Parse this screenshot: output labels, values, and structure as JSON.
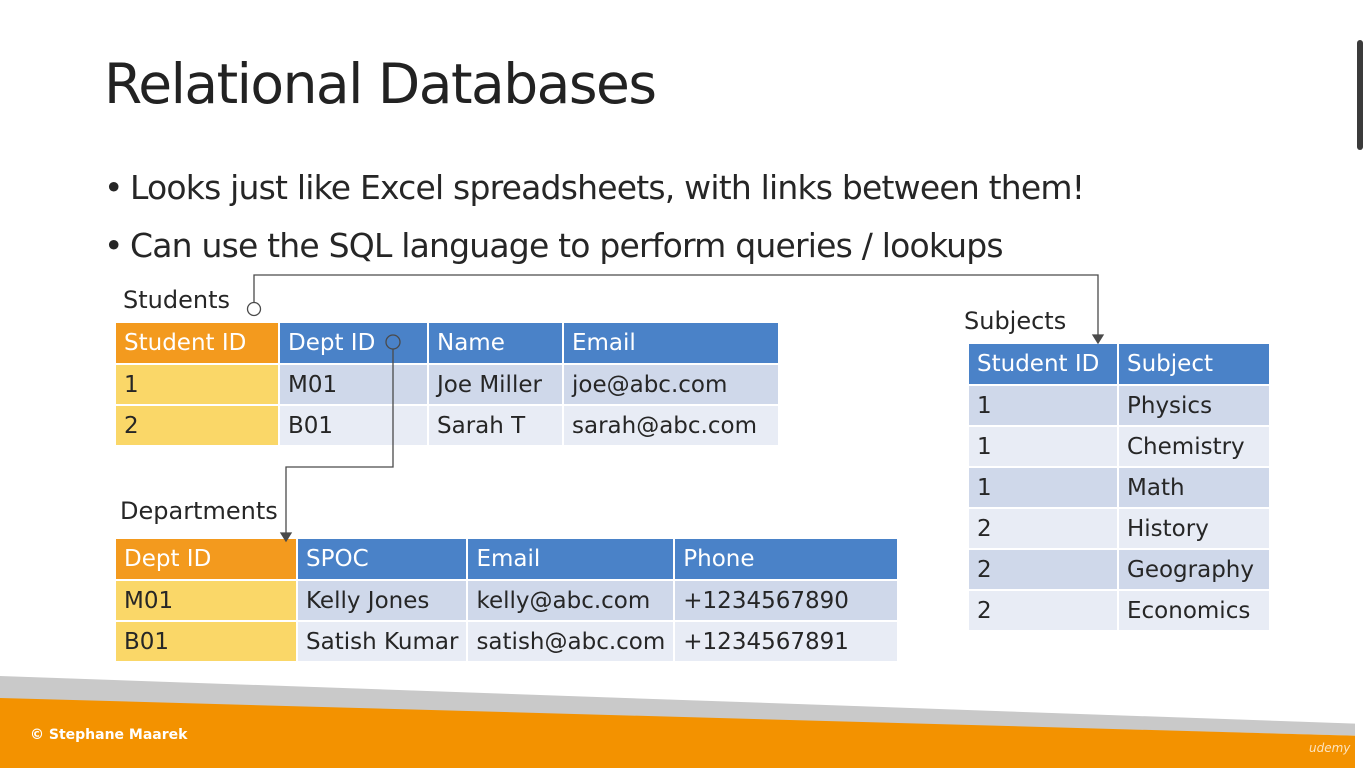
{
  "slide": {
    "title": "Relational Databases",
    "bullets": [
      "Looks just like Excel spreadsheets, with links between them!",
      "Can use the SQL language to perform queries / lookups"
    ]
  },
  "students": {
    "label": "Students",
    "headers": [
      "Student ID",
      "Dept ID",
      "Name",
      "Email"
    ],
    "rows": [
      [
        "1",
        "M01",
        "Joe Miller",
        "joe@abc.com"
      ],
      [
        "2",
        "B01",
        "Sarah T",
        "sarah@abc.com"
      ]
    ]
  },
  "departments": {
    "label": "Departments",
    "headers": [
      "Dept ID",
      "SPOC",
      "Email",
      "Phone"
    ],
    "rows": [
      [
        "M01",
        "Kelly Jones",
        "kelly@abc.com",
        "+1234567890"
      ],
      [
        "B01",
        "Satish Kumar",
        "satish@abc.com",
        "+1234567891"
      ]
    ]
  },
  "subjects": {
    "label": "Subjects",
    "headers": [
      "Student ID",
      "Subject"
    ],
    "rows": [
      [
        "1",
        "Physics"
      ],
      [
        "1",
        "Chemistry"
      ],
      [
        "1",
        "Math"
      ],
      [
        "2",
        "History"
      ],
      [
        "2",
        "Geography"
      ],
      [
        "2",
        "Economics"
      ]
    ]
  },
  "footer": {
    "copyright": "© Stephane Maarek",
    "watermark": "udemy"
  },
  "colors": {
    "key_header": "#f39a1e",
    "key_cell": "#fad768",
    "column_header": "#4a82c8",
    "row_dark": "#cfd8ea",
    "row_light": "#e8ecf5",
    "footer_orange": "#f39200",
    "footer_gray": "#c9c9c9"
  }
}
